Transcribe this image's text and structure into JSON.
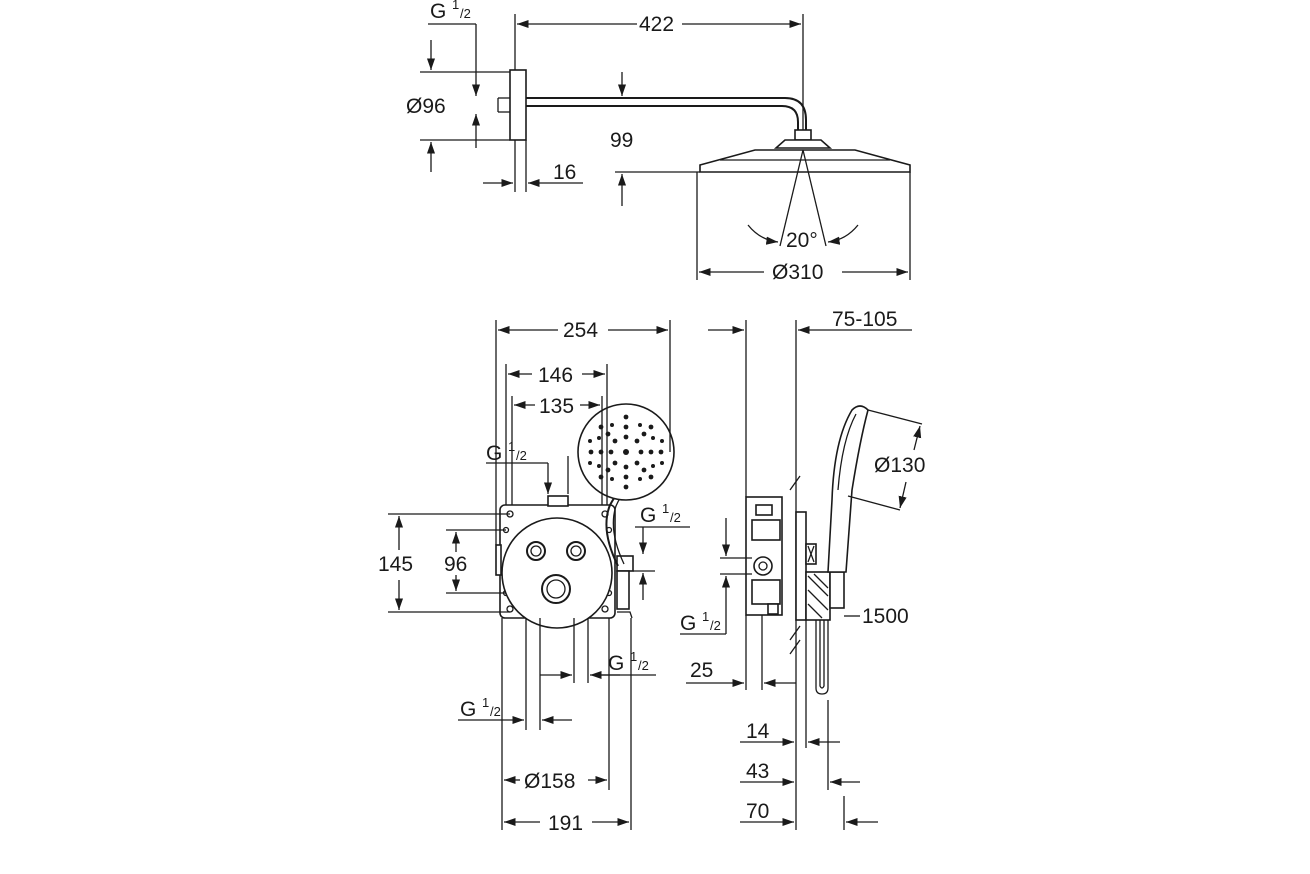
{
  "top_view": {
    "dim_422": "422",
    "dim_d96": "Ø96",
    "dim_99": "99",
    "dim_16": "16",
    "dim_angle": "20°",
    "dim_d310": "Ø310",
    "thread": {
      "g": "G",
      "num": "1",
      "den": "/2"
    }
  },
  "front_view": {
    "dim_254": "254",
    "dim_146": "146",
    "dim_135": "135",
    "dim_145": "145",
    "dim_96": "96",
    "dim_d158": "Ø158",
    "dim_191": "191",
    "thread_top": {
      "g": "G",
      "num": "1",
      "den": "/2"
    },
    "thread_right": {
      "g": "G",
      "num": "1",
      "den": "/2"
    },
    "thread_bottom_left": {
      "g": "G",
      "num": "1",
      "den": "/2"
    },
    "thread_bottom_right": {
      "g": "G",
      "num": "1",
      "den": "/2"
    }
  },
  "side_view": {
    "dim_75_105": "75-105",
    "dim_d130": "Ø130",
    "dim_1500": "1500",
    "dim_25": "25",
    "dim_14": "14",
    "dim_43": "43",
    "dim_70": "70",
    "thread": {
      "g": "G",
      "num": "1",
      "den": "/2"
    }
  }
}
